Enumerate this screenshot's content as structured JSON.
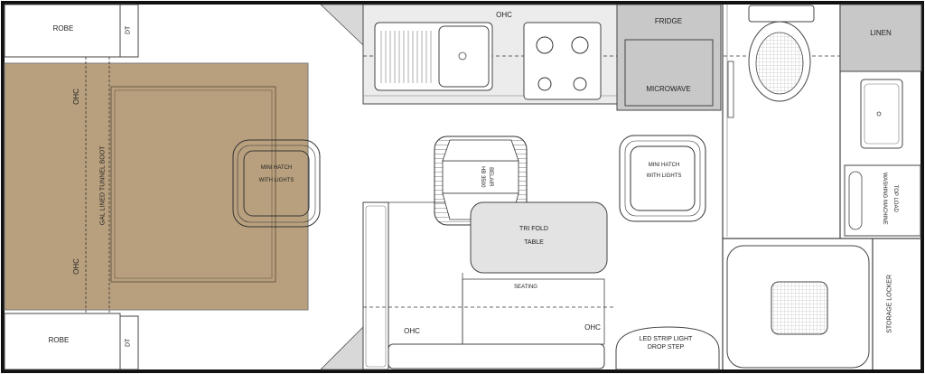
{
  "labels": {
    "robe": "ROBE",
    "dt": "DT",
    "ohc": "OHC",
    "gal_lined_tunnel_boot": "GAL LINED TUNNEL BOOT",
    "mini_hatch_line1": "MINI HATCH",
    "mini_hatch_line2": "WITH LIGHTS",
    "fridge": "FRIDGE",
    "microwave": "MICROWAVE",
    "linen": "LINEN",
    "tri_fold_line1": "TRI FOLD",
    "tri_fold_line2": "TABLE",
    "belair_line1": "BELAIR",
    "belair_line2": "HB 3500",
    "top_load_line1": "TOP LOAD",
    "top_load_line2": "WASHING MACHINE",
    "seating": "SEATING",
    "storage_locker": "STORAGE LOCKER",
    "led_strip_line1": "LED STRIP LIGHT",
    "led_strip_line2": "DROP STEP"
  },
  "colors": {
    "bed_fill": "#b8a07e",
    "appliance_gray": "#c8c8c8",
    "bench_gray": "#ececec",
    "table_fill": "#e3e3e3",
    "wall": "#111111"
  }
}
